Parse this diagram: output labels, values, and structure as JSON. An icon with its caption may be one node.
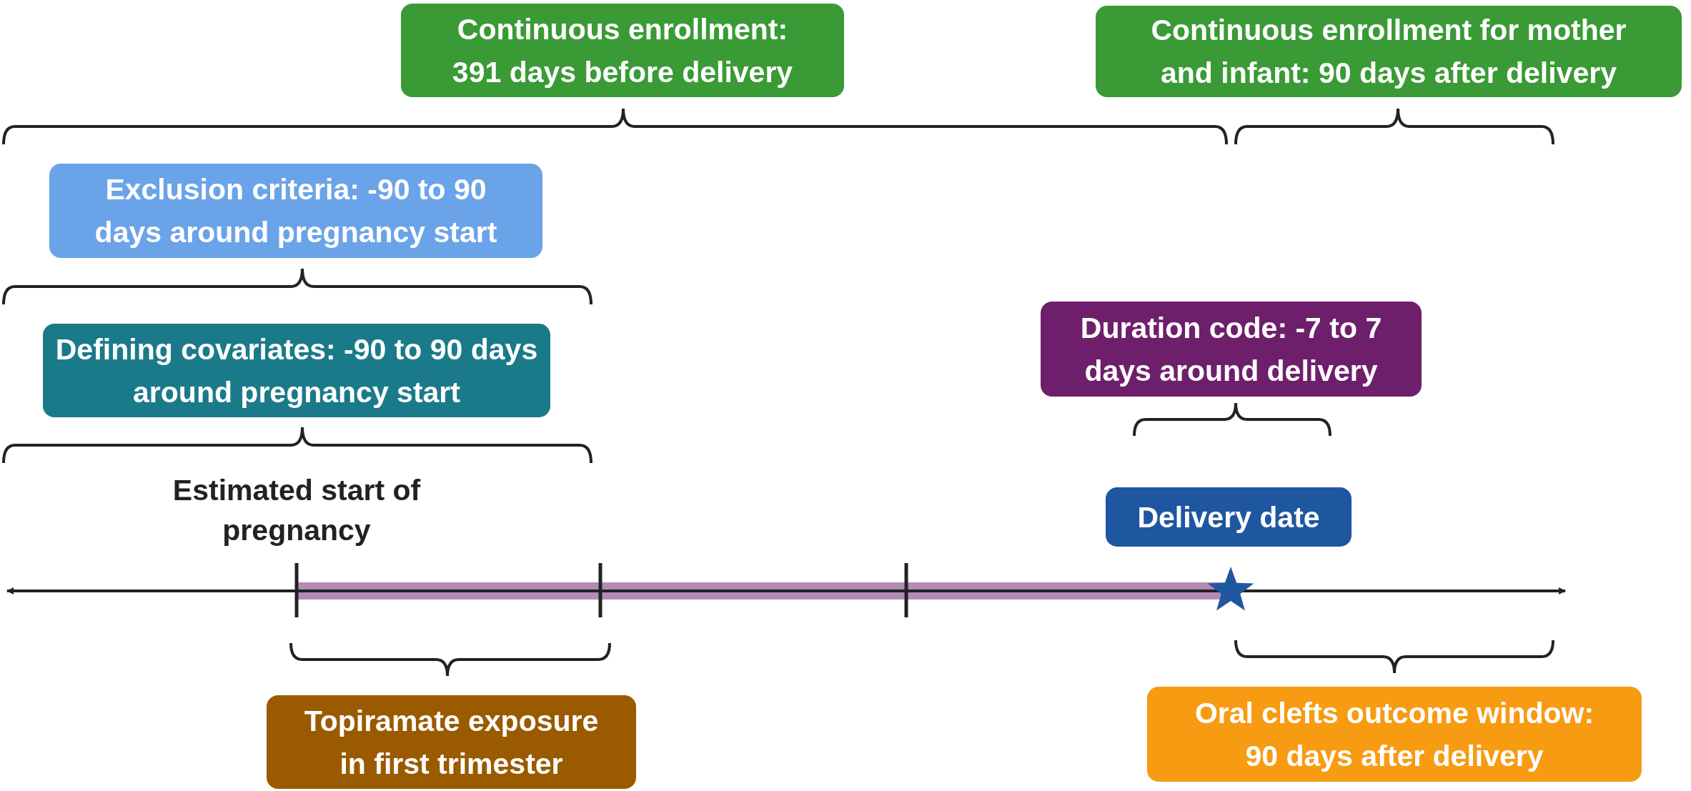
{
  "diagram": {
    "nodes": [
      {
        "text": [
          "Continuous enrollment: 391 days before delivery"
        ]
      },
      {
        "text": [
          "Continuous enrollment for mother and infant: 90 days after delivery"
        ]
      },
      {
        "text": [
          "Exclusion criteria: -90 to 90 days around pregnancy start"
        ]
      },
      {
        "text": [
          "Duration code: -7 to 7 days around delivery"
        ]
      },
      {
        "text": [
          "Defining covariates: -90 to 90 days around pregnancy start"
        ]
      },
      {
        "text": [
          "Delivery date"
        ]
      },
      {
        "text": [
          "Topiramate exposure in first trimester"
        ]
      },
      {
        "text": [
          "Oral clefts outcome window: 90 days after delivery"
        ]
      }
    ],
    "labels": [
      "Estimated start of pregnancy"
    ]
  }
}
